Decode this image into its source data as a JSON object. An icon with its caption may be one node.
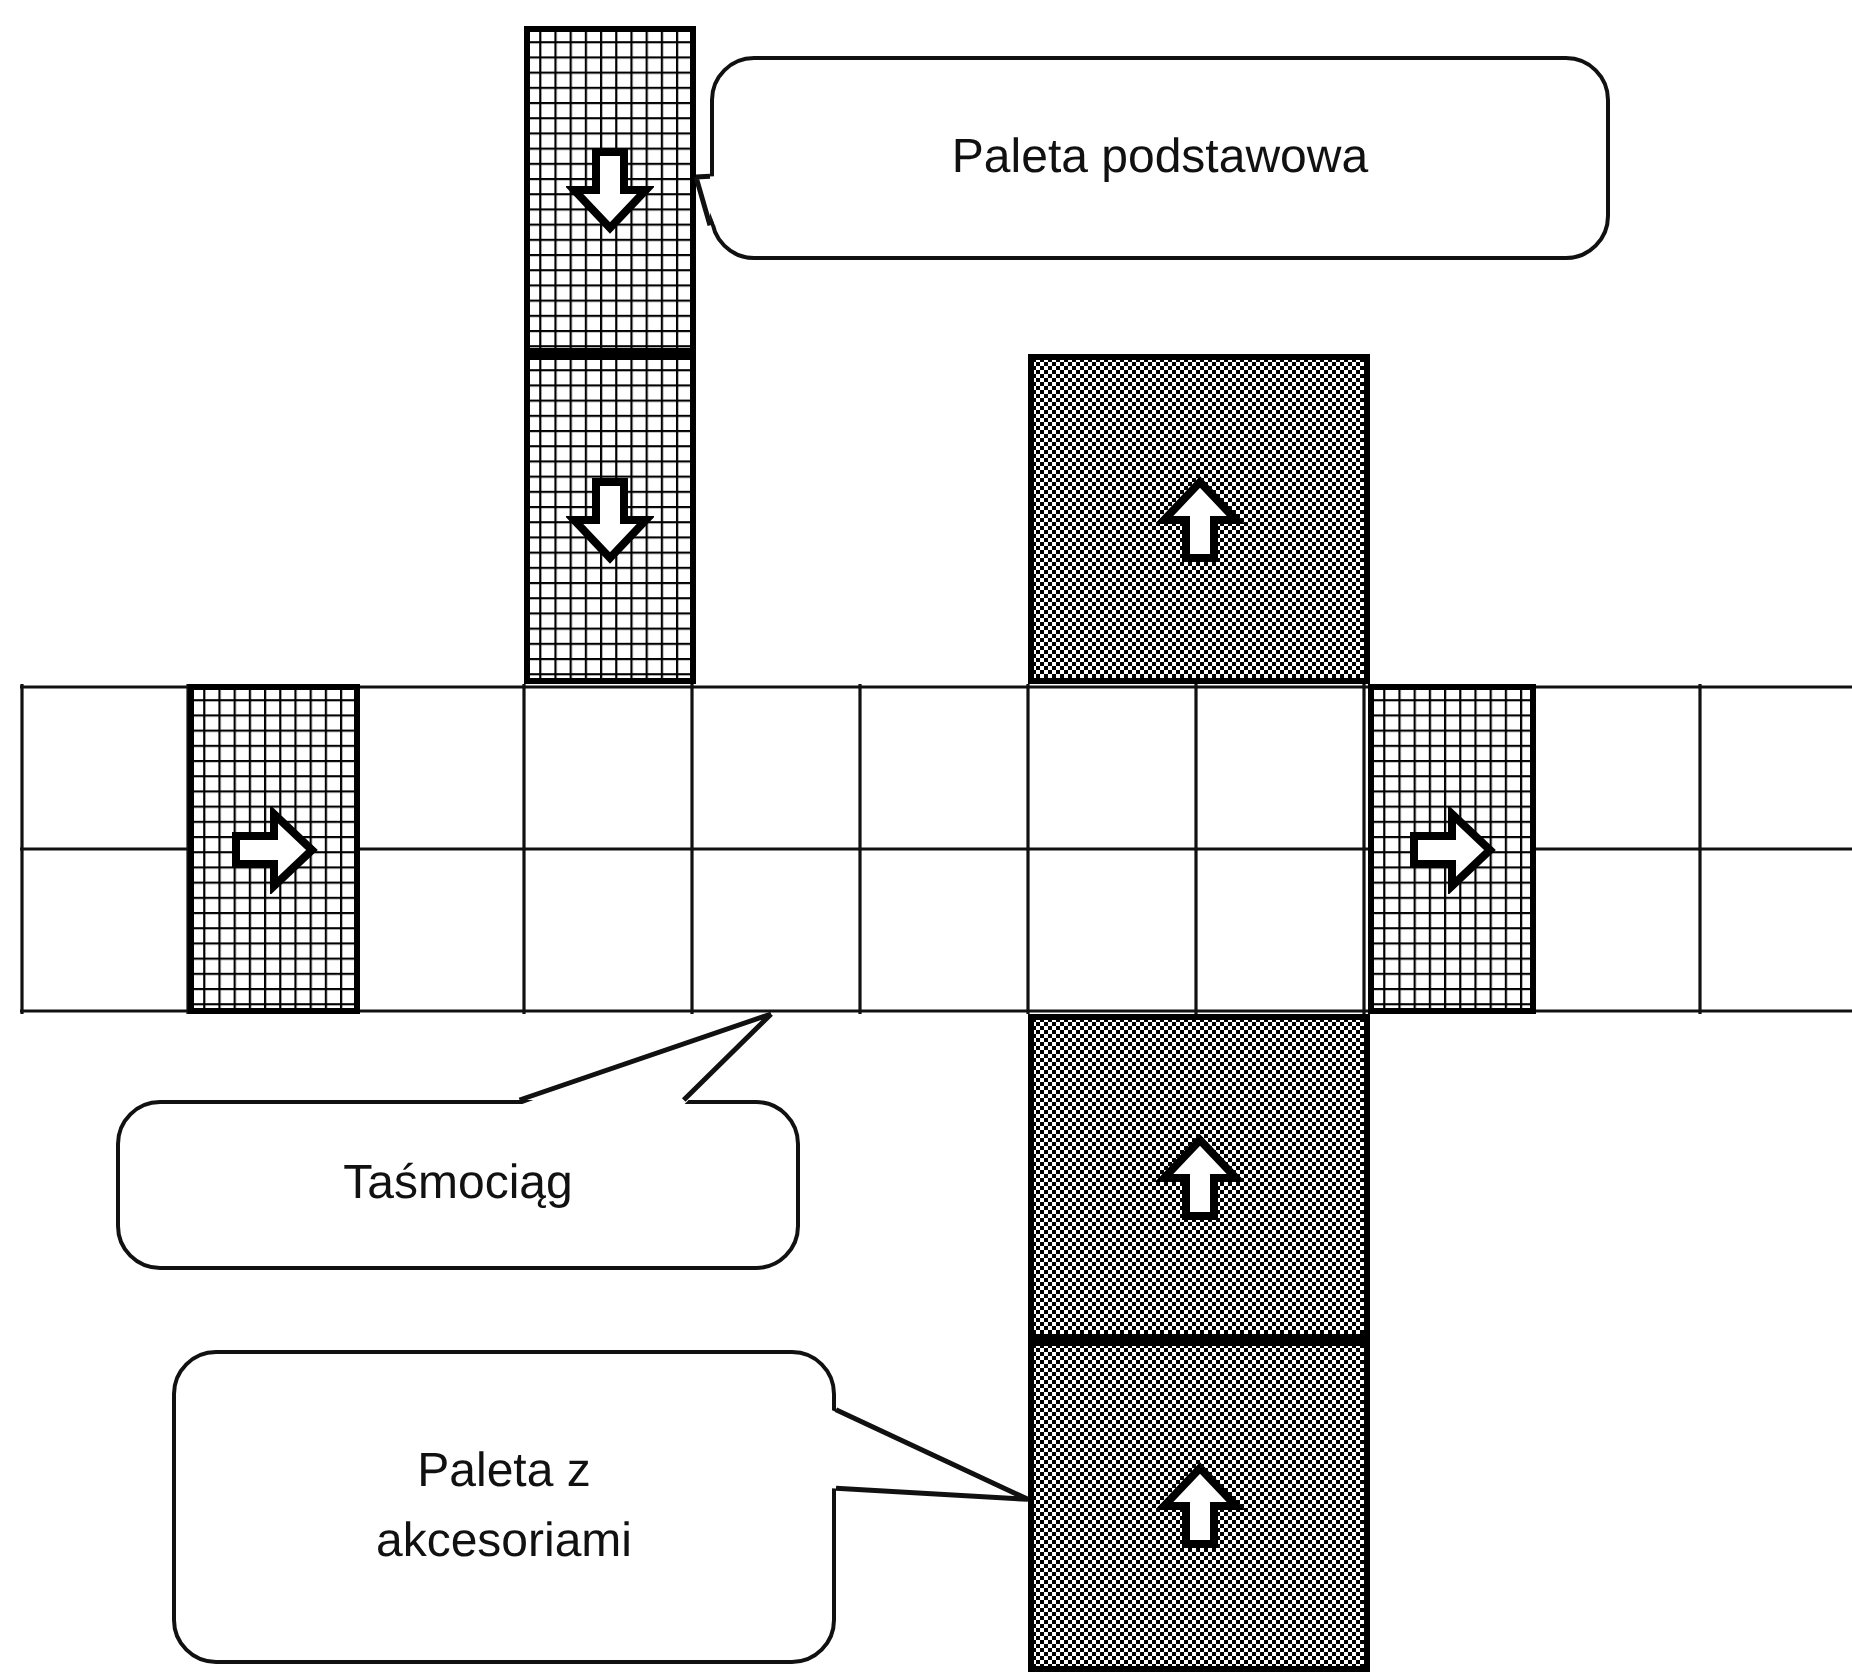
{
  "diagram": {
    "nodes": [
      {
        "text": [
          "Paleta podstawowa"
        ]
      },
      {
        "text": [],
        "shape": "box"
      },
      {
        "text": [],
        "shape": "box"
      },
      {
        "text": [],
        "shape": "box"
      },
      {
        "text": [],
        "shape": "box"
      },
      {
        "text": [],
        "shape": "box",
        "in": 4
      },
      {
        "text": [],
        "shape": "box",
        "in": 4
      },
      {
        "text": [
          "Taśmociąg"
        ]
      },
      {
        "text": [],
        "shape": "box"
      },
      {
        "text": [],
        "shape": "box"
      },
      {
        "text": [
          "Paleta z akcesoriami"
        ]
      }
    ],
    "edges": [
      {
        "from": 0,
        "to": 1,
        "arrow": "none"
      },
      {
        "from": 7,
        "to": 4,
        "arrow": "none"
      },
      {
        "from": 10,
        "to": 9,
        "arrow": "none"
      }
    ]
  }
}
